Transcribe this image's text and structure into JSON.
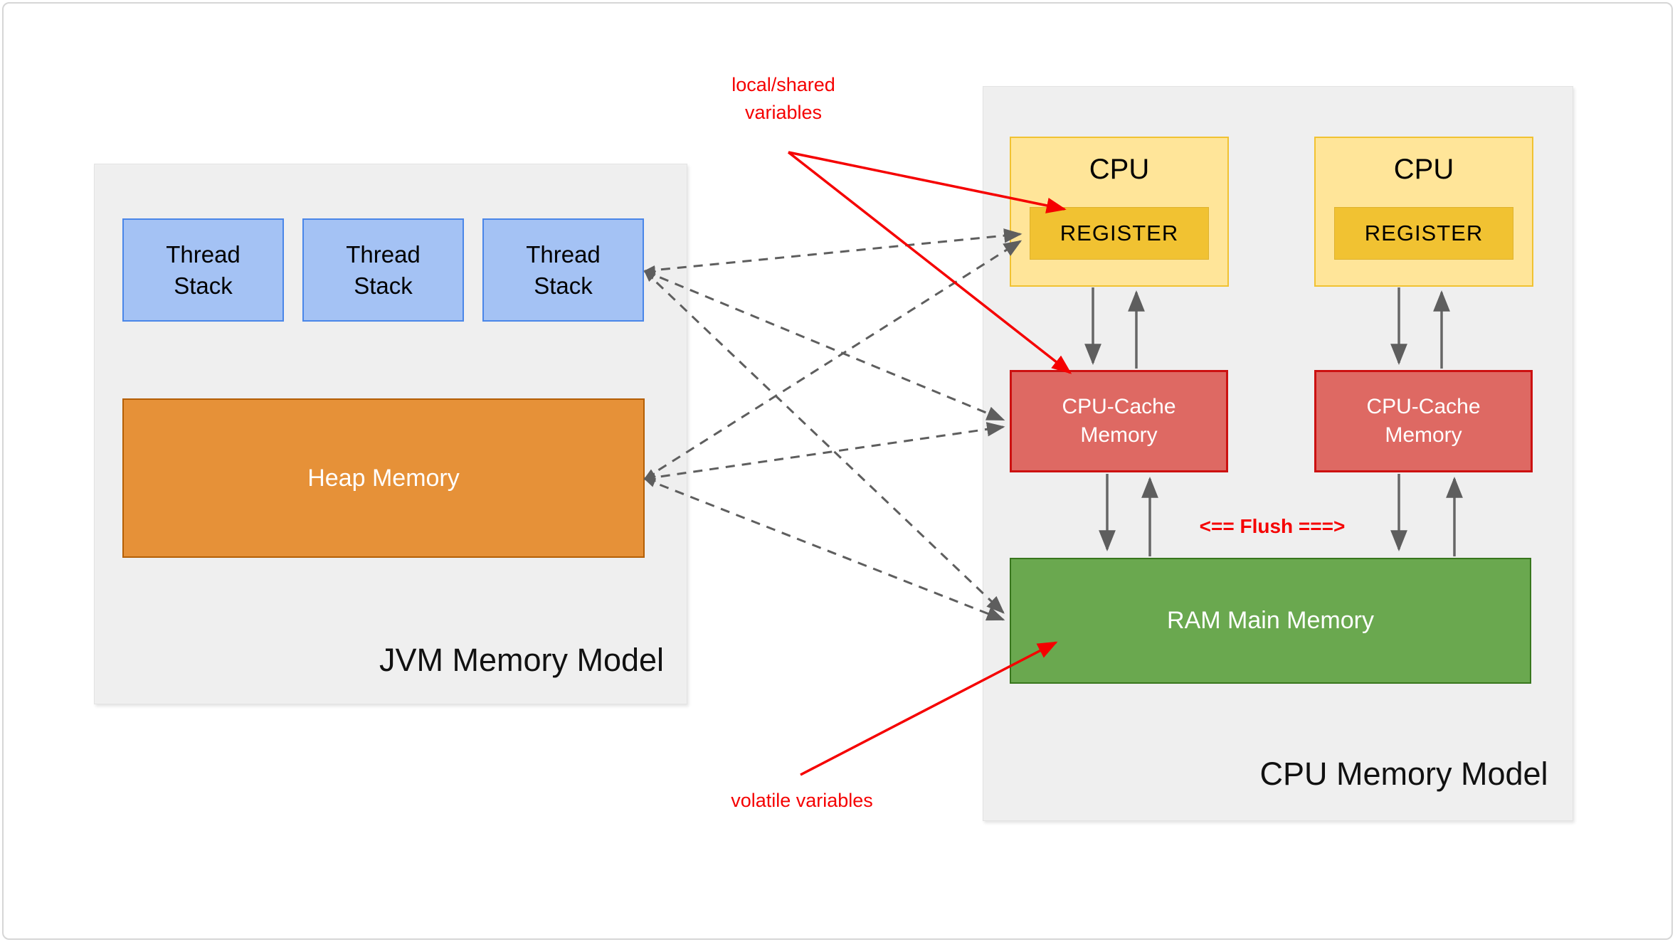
{
  "page": {
    "background": "#ffffff",
    "border_color": "#d6d6d6"
  },
  "colors": {
    "panel_bg": "#efefef",
    "thread_stack_fill": "#a4c2f4",
    "thread_stack_border": "#4a86e8",
    "heap_fill": "#e69138",
    "heap_border": "#b45f06",
    "cpu_fill": "#ffe599",
    "cpu_border": "#f1c232",
    "register_fill": "#f1c232",
    "cache_fill": "#de6963",
    "cache_border": "#cc1111",
    "ram_fill": "#6aa84f",
    "ram_border": "#38761d",
    "connector_gray": "#5e5e5e",
    "annotation_red": "#f50000"
  },
  "jvm_panel": {
    "title": "JVM Memory Model",
    "thread_stacks": [
      {
        "lines": [
          "Thread",
          "Stack"
        ]
      },
      {
        "lines": [
          "Thread",
          "Stack"
        ]
      },
      {
        "lines": [
          "Thread",
          "Stack"
        ]
      }
    ],
    "heap_label": "Heap Memory"
  },
  "cpu_panel": {
    "title": "CPU Memory Model",
    "cpus": [
      {
        "label": "CPU",
        "register": "REGISTER"
      },
      {
        "label": "CPU",
        "register": "REGISTER"
      }
    ],
    "caches": [
      {
        "lines": [
          "CPU-Cache",
          "Memory"
        ]
      },
      {
        "lines": [
          "CPU-Cache",
          "Memory"
        ]
      }
    ],
    "ram_label": "RAM Main Memory",
    "flush_label": "<== Flush ===>"
  },
  "annotations": {
    "local_shared_lines": [
      "local/shared",
      "variables"
    ],
    "volatile_label": "volatile variables"
  }
}
